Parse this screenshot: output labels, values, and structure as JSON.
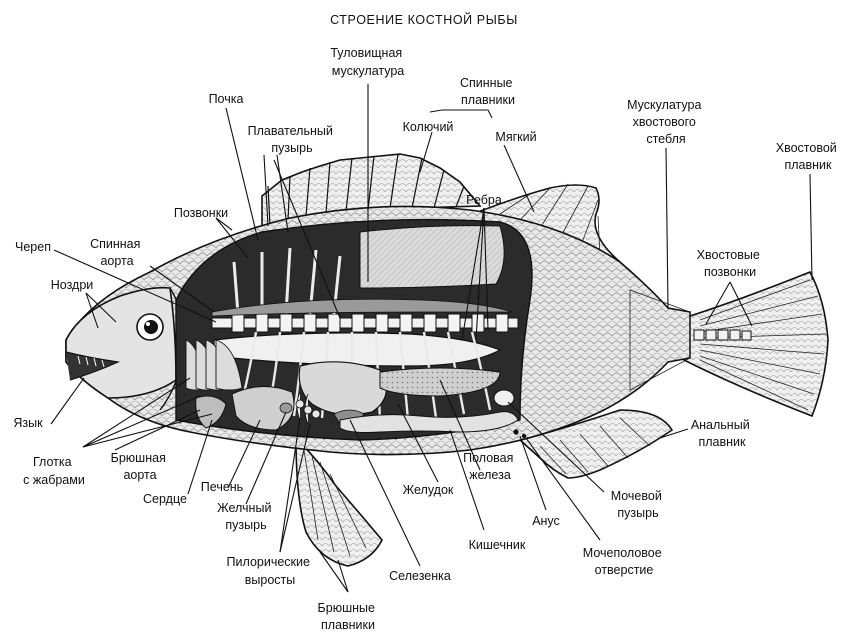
{
  "title": "СТРОЕНИЕ КОСТНОЙ РЫБЫ",
  "colors": {
    "body": "#e6e6e6",
    "fin": "#efefef",
    "cavity": "#2a2a2a",
    "organ": "#d4d4d4",
    "outline": "#111111"
  },
  "labels": {
    "trunk_muscles": [
      "Туловищная",
      "мускулатура"
    ],
    "dorsal_fins": [
      "Спинные",
      "плавники"
    ],
    "kidney": "Почка",
    "swim_bladder": [
      "Плавательный",
      "пузырь"
    ],
    "spiny": "Колючий",
    "soft": "Мягкий",
    "tail_stem_muscles": [
      "Мускулатура",
      "хвостового",
      "стебля"
    ],
    "caudal_fin": [
      "Хвостовой",
      "плавник"
    ],
    "vertebrae": "Позвонки",
    "ribs": "Ребра",
    "skull": "Череп",
    "dorsal_aorta": [
      "Спинная",
      "аорта"
    ],
    "nostrils": "Ноздри",
    "caudal_vertebrae": [
      "Хвостовые",
      "позвонки"
    ],
    "tongue": "Язык",
    "anal_fin": [
      "Анальный",
      "плавник"
    ],
    "pharynx": [
      "Глотка",
      "с жабрами"
    ],
    "ventral_aorta": [
      "Брюшная",
      "аорта"
    ],
    "heart": "Сердце",
    "liver": "Печень",
    "gall_bladder": [
      "Желчный",
      "пузырь"
    ],
    "stomach": "Желудок",
    "gonad": [
      "Половая",
      "железа"
    ],
    "anus": "Анус",
    "urinary_bladder": [
      "Мочевой",
      "пузырь"
    ],
    "intestine": "Кишечник",
    "urogenital_opening": [
      "Мочеполовое",
      "отверстие"
    ],
    "pyloric_caeca": [
      "Пилорические",
      "выросты"
    ],
    "spleen": "Селезенка",
    "pelvic_fins": [
      "Брюшные",
      "плавники"
    ]
  }
}
